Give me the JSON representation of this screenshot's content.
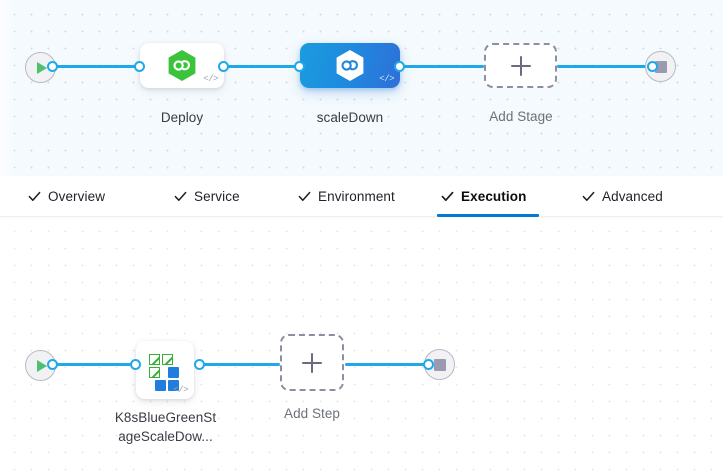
{
  "stage_canvas": {
    "start_node": {
      "icon": "play-icon",
      "name": "pipeline-start"
    },
    "end_node": {
      "icon": "stop-icon",
      "name": "pipeline-end"
    },
    "stages": [
      {
        "label": "Deploy",
        "icon": "harness-cd-hexagon-icon",
        "icon_color": "#3bc43b",
        "selected": false,
        "code_badge": "</>"
      },
      {
        "label": "scaleDown",
        "icon": "harness-cd-hexagon-icon",
        "icon_color": "#ffffff",
        "selected": true,
        "code_badge": "</>"
      }
    ],
    "add_stage": {
      "label": "Add Stage",
      "icon": "plus-icon"
    }
  },
  "tabs": [
    {
      "label": "Overview",
      "checked": true,
      "active": false
    },
    {
      "label": "Service",
      "checked": true,
      "active": false
    },
    {
      "label": "Environment",
      "checked": true,
      "active": false
    },
    {
      "label": "Execution",
      "checked": true,
      "active": true
    },
    {
      "label": "Advanced",
      "checked": true,
      "active": false
    }
  ],
  "step_canvas": {
    "start_node": {
      "icon": "play-icon",
      "name": "execution-start"
    },
    "end_node": {
      "icon": "stop-icon",
      "name": "execution-end"
    },
    "steps": [
      {
        "label_line1": "K8sBlueGreenSt",
        "label_line2": "ageScaleDow...",
        "icon": "k8s-blue-green-icon",
        "code_badge": "</>"
      }
    ],
    "add_step": {
      "label": "Add Step",
      "icon": "plus-icon"
    }
  },
  "colors": {
    "accent_blue": "#1fa9e8",
    "active_tab_underline": "#0278d5",
    "selected_node_gradient_start": "#1b9bdd",
    "selected_node_gradient_end": "#2f6fd8",
    "green": "#3bc43b",
    "stage_canvas_bg": "#f4fafd",
    "step_canvas_bg": "#ffffff"
  }
}
